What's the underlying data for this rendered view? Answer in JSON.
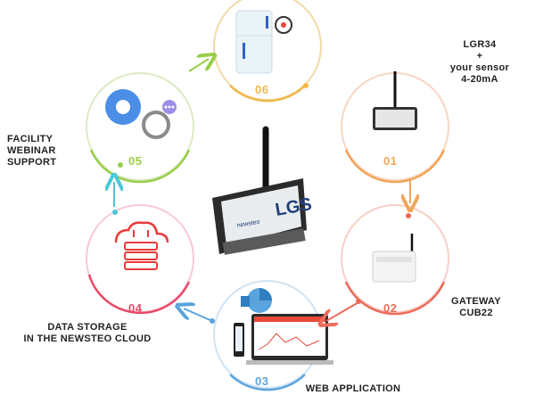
{
  "steps": [
    {
      "number": "01",
      "label": "LGR34\n+\nyour sensor\n4-20mA",
      "color": "#f2a55a"
    },
    {
      "number": "02",
      "label": "GATEWAY\nCUB22",
      "color": "#ec6b5a"
    },
    {
      "number": "03",
      "label": "WEB APPLICATION",
      "color": "#5aa3dc"
    },
    {
      "number": "04",
      "label": "DATA STORAGE\nIN THE NEWSTEO CLOUD",
      "color": "#e84a6a"
    },
    {
      "number": "05",
      "label": "FACILITY\nWEBINAR\nSUPPORT",
      "color": "#9acd4a"
    },
    {
      "number": "06",
      "label": "",
      "color": "#f0b84a"
    }
  ],
  "center_device": {
    "brand_text": "LGS",
    "sub_text": "newsteo"
  },
  "arrow_colors": {
    "a61": "#9acd4a",
    "a12": "#f2a55a",
    "a23": "#ec6b5a",
    "a34": "#5aa3dc",
    "a45": "#48c8d8",
    "a56": "#9acd4a"
  }
}
